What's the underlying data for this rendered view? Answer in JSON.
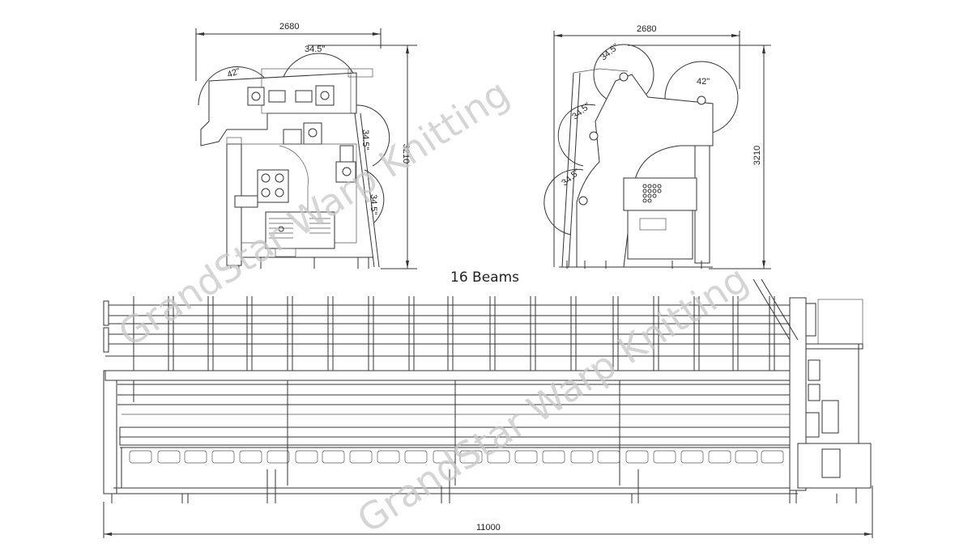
{
  "drawing": {
    "title": "16 Beams",
    "views": {
      "left_side_view": {
        "width_dimension": "2680",
        "height_dimension": "3210",
        "beam_labels": [
          "42\"",
          "34.5\"",
          "34.5\"",
          "34.5\""
        ]
      },
      "right_side_view": {
        "width_dimension": "2680",
        "height_dimension": "3210",
        "beam_labels": [
          "34.5\"",
          "42\"",
          "34.5\"",
          "34.5\""
        ]
      },
      "front_view": {
        "length_dimension": "11000",
        "beam_count": 16
      }
    },
    "watermark": "GrandStar Warp Knitting",
    "colors": {
      "line": "#333333",
      "watermark": "#c8c8c8",
      "background": "#ffffff"
    }
  }
}
